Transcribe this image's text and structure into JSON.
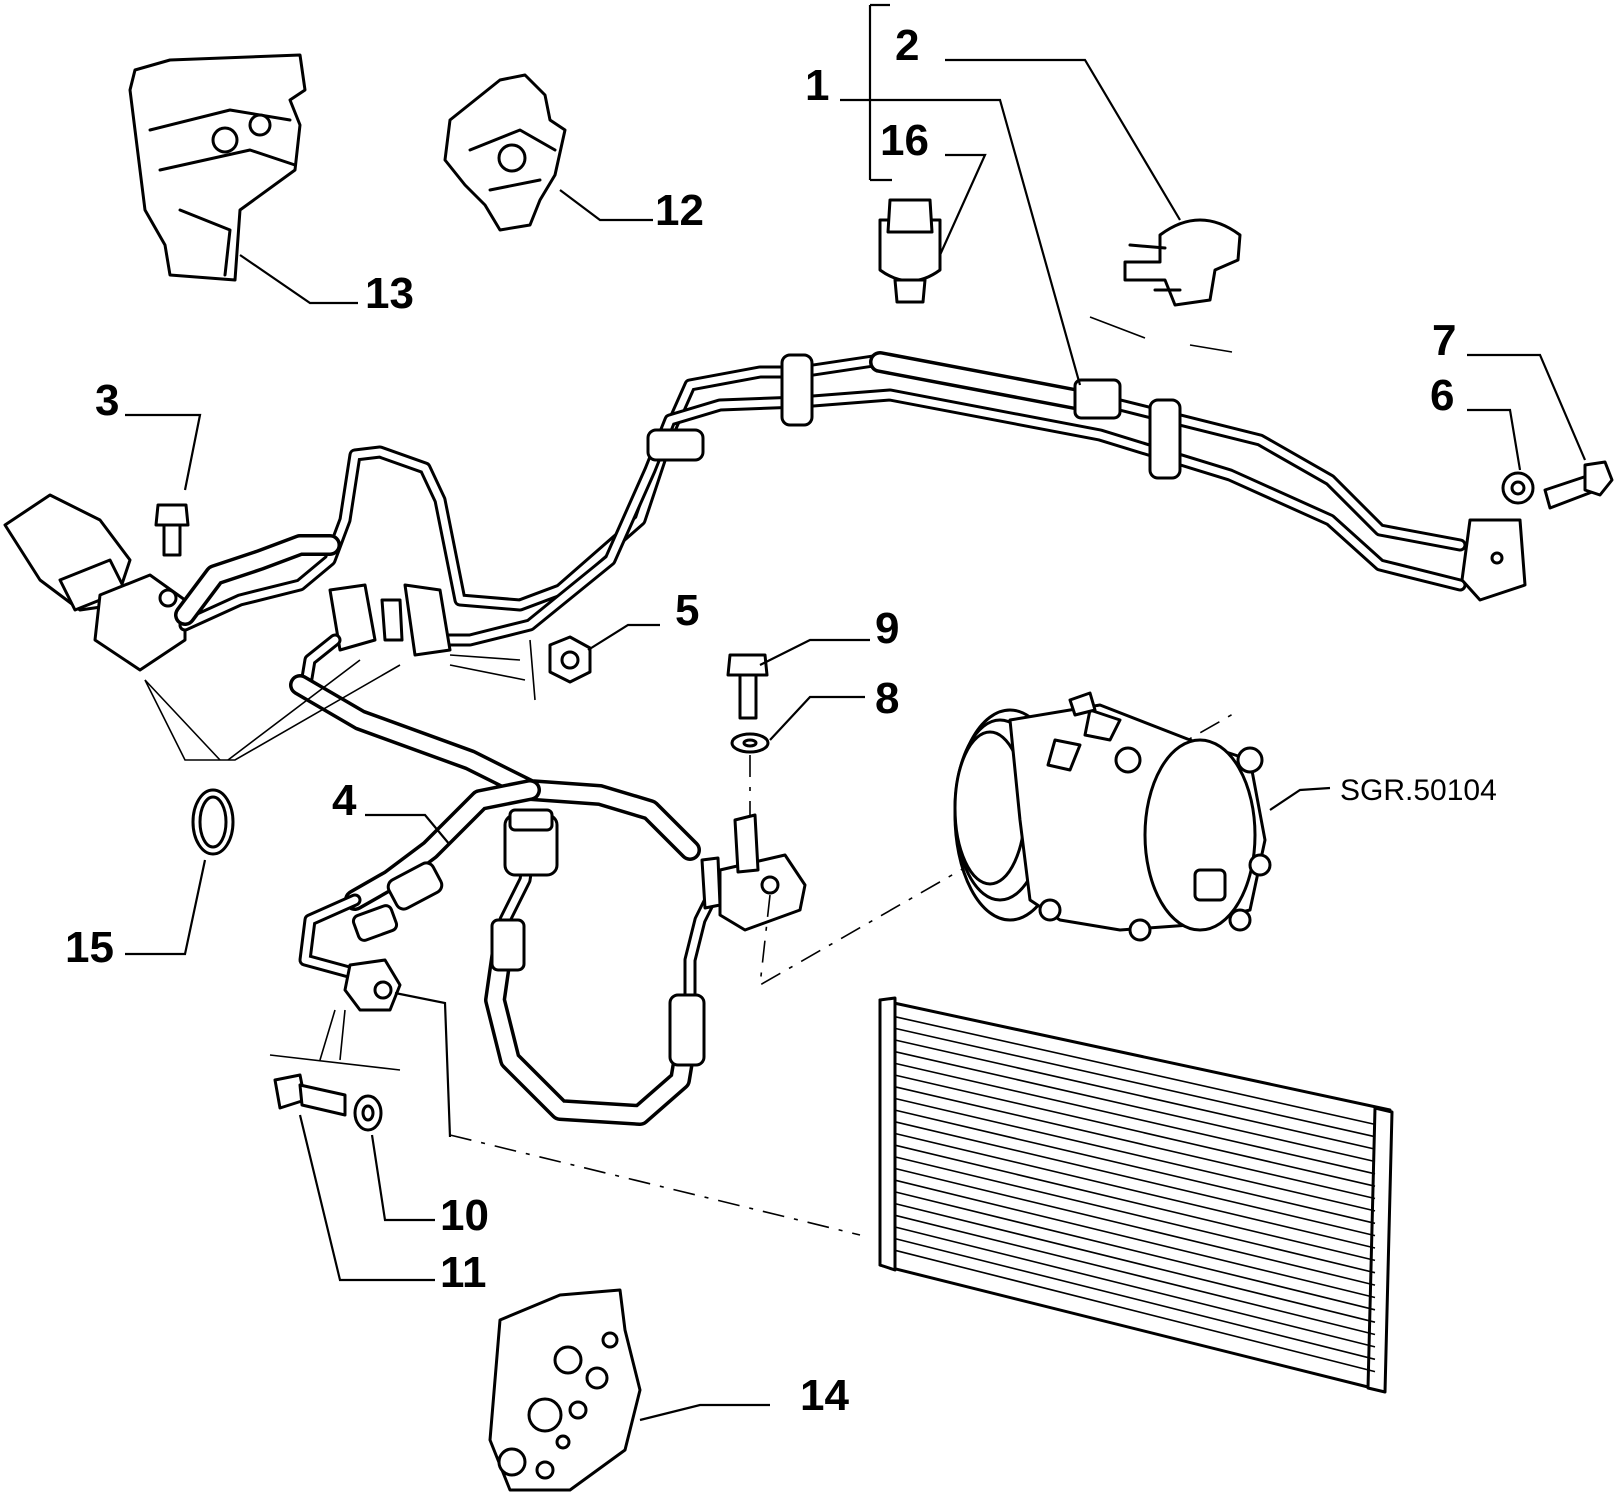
{
  "callouts": {
    "c1": "1",
    "c2": "2",
    "c3": "3",
    "c4": "4",
    "c5": "5",
    "c6": "6",
    "c7": "7",
    "c8": "8",
    "c9": "9",
    "c10": "10",
    "c11": "11",
    "c12": "12",
    "c13": "13",
    "c14": "14",
    "c15": "15",
    "c16": "16"
  },
  "reference": "SGR.50104"
}
